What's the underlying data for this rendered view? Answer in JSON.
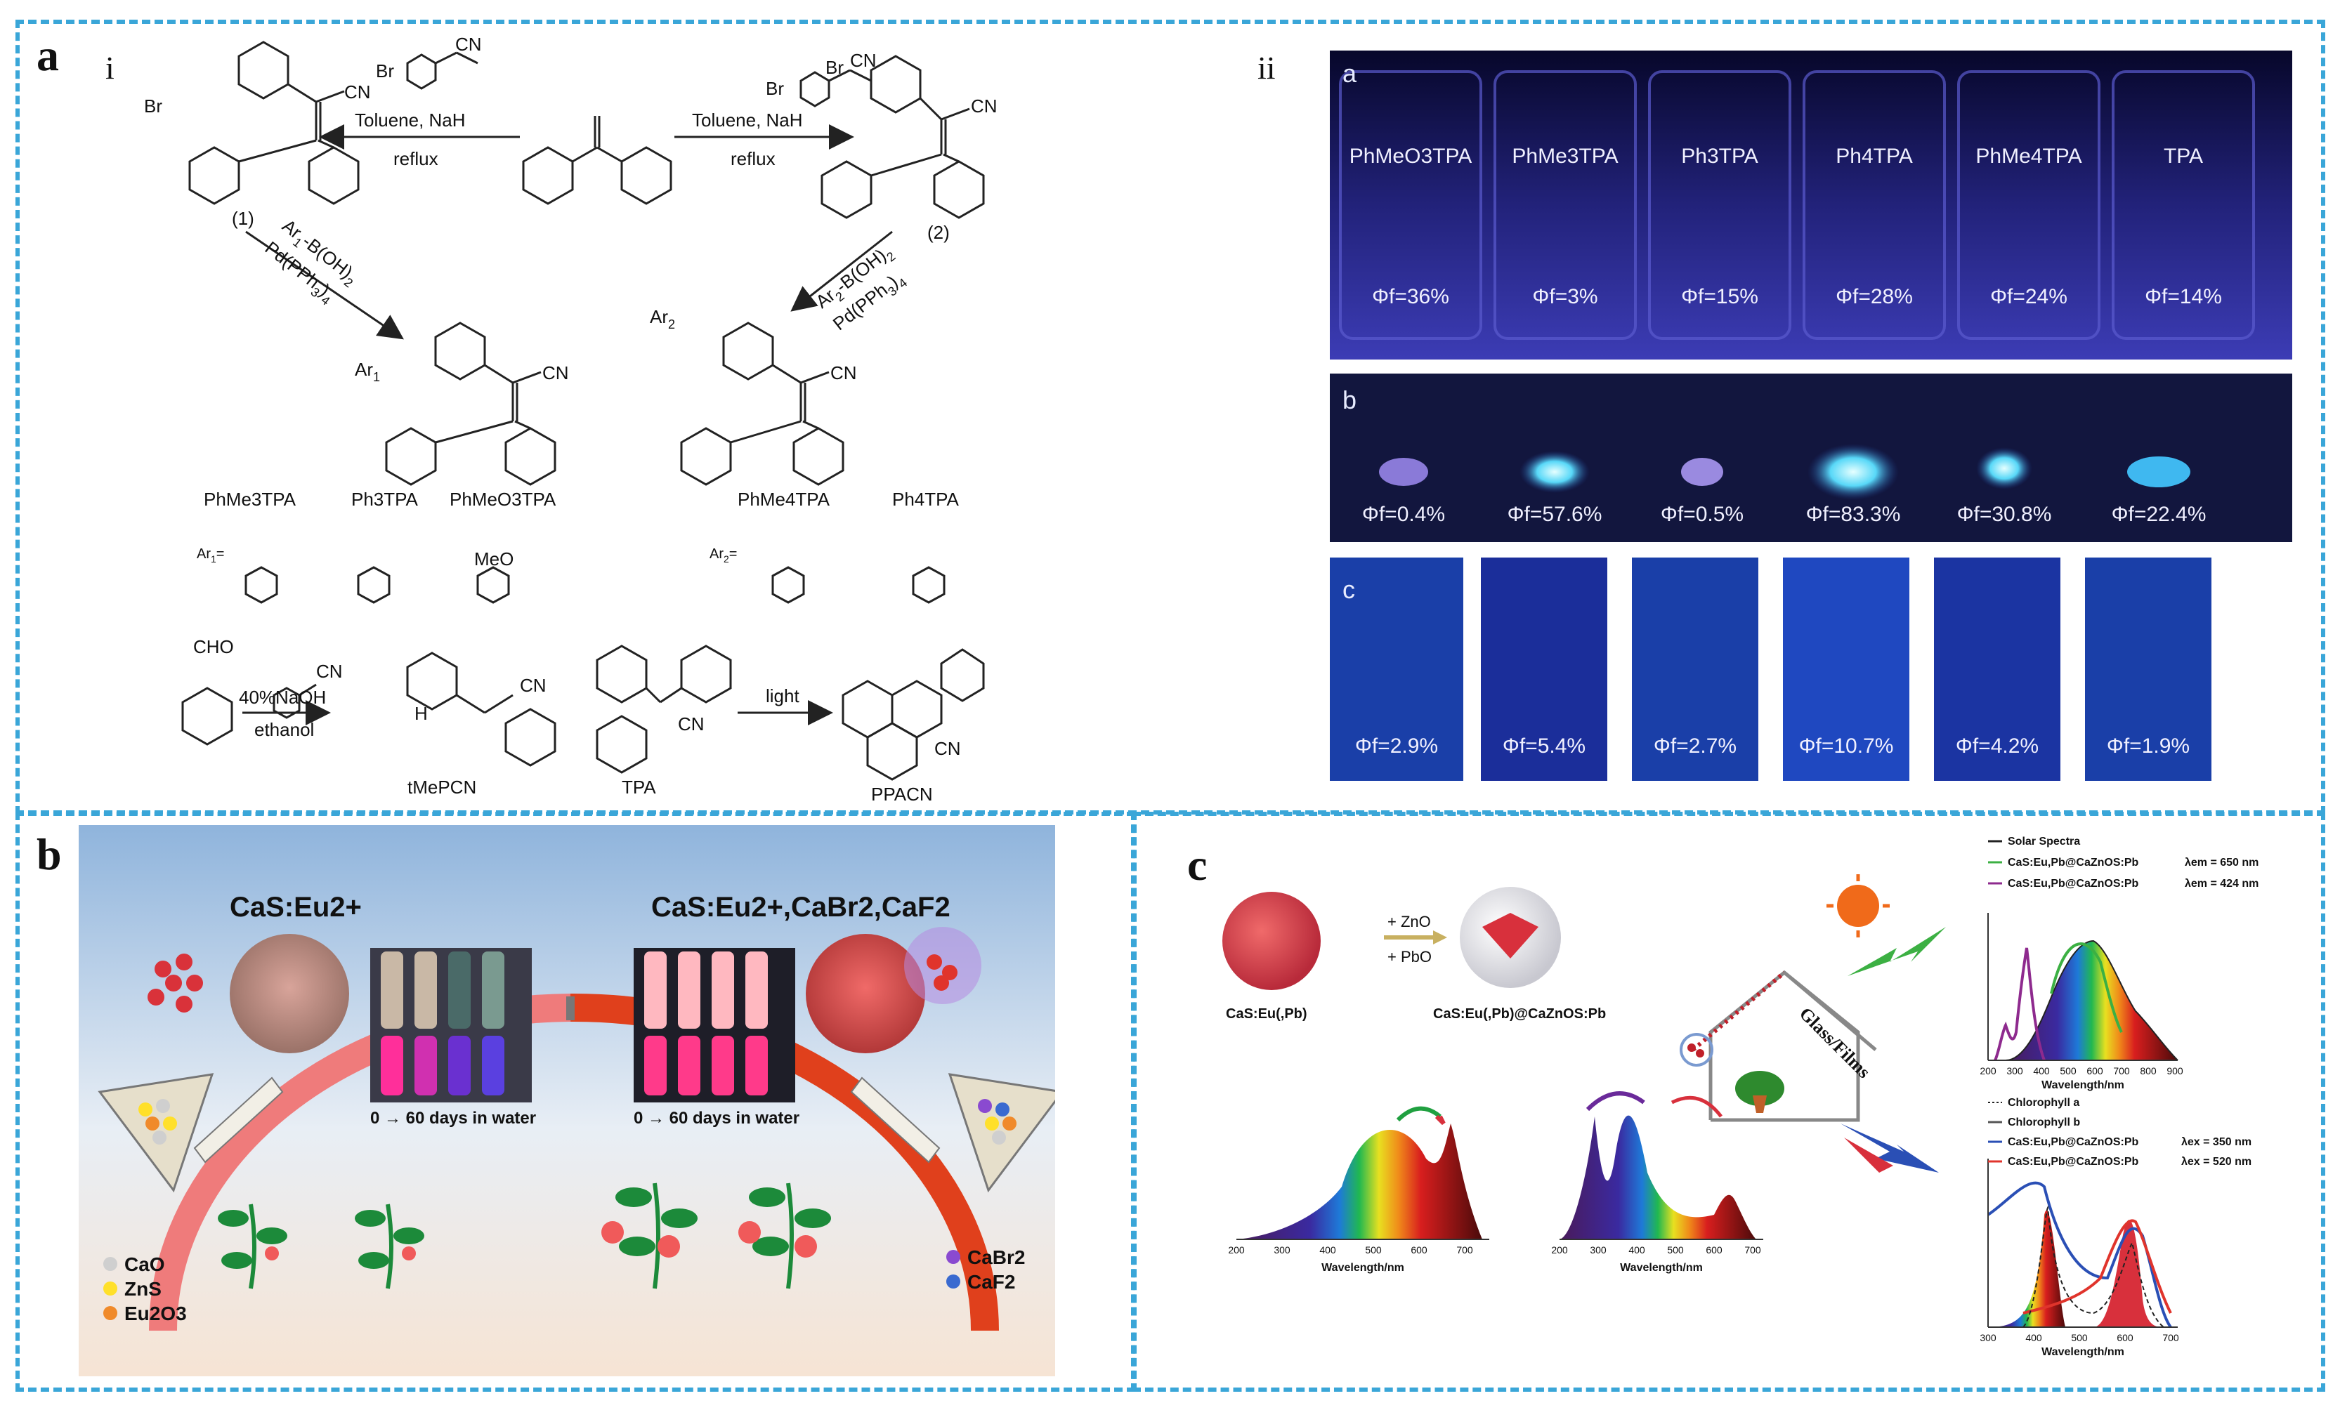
{
  "panel_labels": {
    "a": "a",
    "b": "b",
    "c": "c",
    "ai": "i",
    "aii": "ii"
  },
  "scheme": {
    "reagent_left": "Toluene, NaH",
    "reagent_right": "Toluene, NaH",
    "reflux_left": "reflux",
    "reflux_right": "reflux",
    "cmpd1": "(1)",
    "cmpd2": "(2)",
    "br": "Br",
    "cn": "CN",
    "cond_ar1_a": "Ar",
    "cond_ar1_b": "1",
    "cond_ar1_c": "-B(OH)",
    "cond_ar1_d": "2",
    "cond_pd_a": "Pd(PPh",
    "cond_pd_b": "3",
    "cond_pd_c": ")",
    "cond_pd_d": "4",
    "cond_ar2_a": "Ar",
    "cond_ar2_b": "2",
    "ar1": "Ar",
    "ar1_sub": "1",
    "ar2": "Ar",
    "ar2_sub": "2",
    "sub_names": [
      "PhMe3TPA",
      "Ph3TPA",
      "PhMeO3TPA",
      "PhMe4TPA",
      "Ph4TPA"
    ],
    "ar1_eq": "Ar",
    "ar1_eq_sub": "1",
    "ar1_eq_end": "=",
    "ar2_eq": "Ar",
    "ar2_eq_sub": "2",
    "ar2_eq_end": "=",
    "meo": "MeO",
    "cho": "CHO",
    "naoh": "40%NaOH",
    "ethanol": "ethanol",
    "h": "H",
    "tmepcn": "tMePCN",
    "tpa": "TPA",
    "light": "light",
    "ppacn": "PPACN"
  },
  "photo_ii": {
    "a_label": "a",
    "b_label": "b",
    "c_label": "c",
    "a_names": [
      "PhMeO3TPA",
      "PhMe3TPA",
      "Ph3TPA",
      "Ph4TPA",
      "PhMe4TPA",
      "TPA"
    ],
    "a_phi": [
      "Φf=36%",
      "Φf=3%",
      "Φf=15%",
      "Φf=28%",
      "Φf=24%",
      "Φf=14%"
    ],
    "b_phi": [
      "Φf=0.4%",
      "Φf=57.6%",
      "Φf=0.5%",
      "Φf=83.3%",
      "Φf=30.8%",
      "Φf=22.4%"
    ],
    "c_phi": [
      "Φf=2.9%",
      "Φf=5.4%",
      "Φf=2.7%",
      "Φf=10.7%",
      "Φf=4.2%",
      "Φf=1.9%"
    ]
  },
  "panel_b": {
    "left_title": "CaS:Eu2+",
    "right_title": "CaS:Eu2+,CaBr2,CaF2",
    "days_left": "0 → 60 days in water",
    "days_right": "0 → 60 days in water",
    "legend_left": [
      "CaO",
      "ZnS",
      "Eu2O3"
    ],
    "legend_right": [
      "CaBr2",
      "CaF2"
    ]
  },
  "panel_c": {
    "plus_zno": "+ ZnO",
    "plus_pbo": "+ PbO",
    "core_label": "CaS:Eu(,Pb)",
    "shell_label": "CaS:Eu(,Pb)@CaZnOS:Pb",
    "glass": "Glass/Films",
    "wavelength": "Wavelength/nm",
    "ticks_small": [
      "200",
      "300",
      "400",
      "500",
      "600",
      "700"
    ],
    "ticks_right_top": [
      "200",
      "300",
      "400",
      "500",
      "600",
      "700",
      "800",
      "900"
    ],
    "ticks_right_bottom": [
      "300",
      "400",
      "500",
      "600",
      "700"
    ],
    "legend_top": [
      "Solar Spectra",
      "CaS:Eu,Pb@CaZnOS:Pb",
      "CaS:Eu,Pb@CaZnOS:Pb"
    ],
    "legend_top_suffix": [
      "",
      "λem = 650 nm",
      "λem = 424 nm"
    ],
    "legend_bottom": [
      "Chlorophyll a",
      "Chlorophyll b",
      "CaS:Eu,Pb@CaZnOS:Pb",
      "CaS:Eu,Pb@CaZnOS:Pb"
    ],
    "legend_bottom_suffix": [
      "",
      "",
      "λex = 350 nm",
      "λex = 520 nm"
    ],
    "colors": {
      "solar": "#222222",
      "em650": "#3cb043",
      "em424": "#8e2a8e",
      "chl_a": "#222222",
      "chl_b": "#555555",
      "ex350": "#2a4fb5",
      "ex520": "#e0342c"
    }
  }
}
